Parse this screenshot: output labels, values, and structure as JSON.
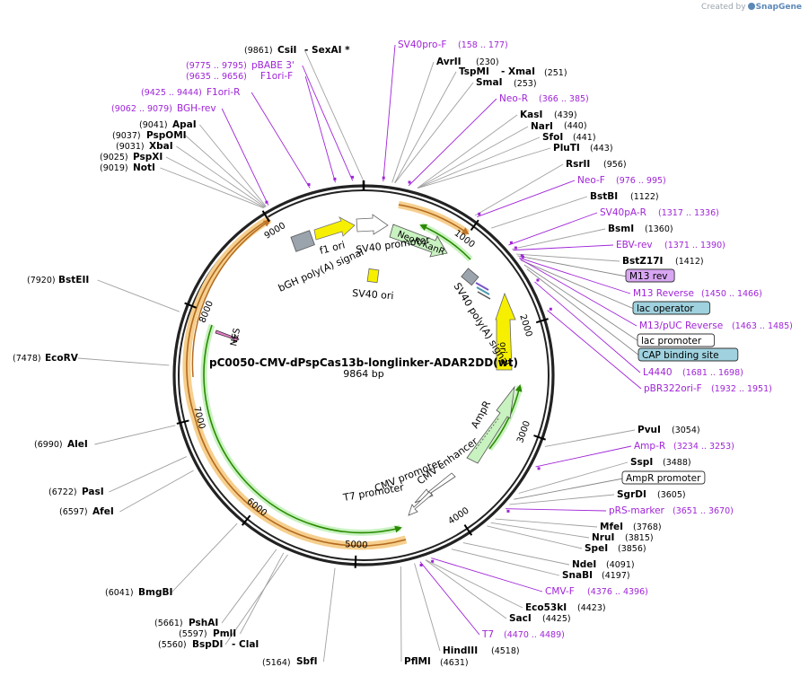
{
  "credit": {
    "prefix": "Created by",
    "brand": "SnapGene"
  },
  "plasmid": {
    "name": "pC0050-CMV-dPspCas13b-longlinker-ADAR2DD(wt)",
    "length_label": "9864 bp",
    "length": 9864
  },
  "colors": {
    "enzyme": "#000000",
    "primer": "#a024d8",
    "feature_line": "#a0a0a0",
    "primer_line": "#a024d8",
    "cds_fill": "#ffffff",
    "cds_stroke": "#2a8a00",
    "orange_band": "#f5c16b",
    "yellow_feature": "#f6f000",
    "promoter_fill": "#ffffff",
    "terminator_fill": "#9ba3ad",
    "cds_green": "#c8f2c0"
  },
  "ticks": [
    {
      "pos": 1000,
      "label": "1000"
    },
    {
      "pos": 2000,
      "label": "2000"
    },
    {
      "pos": 3000,
      "label": "3000"
    },
    {
      "pos": 4000,
      "label": "4000"
    },
    {
      "pos": 5000,
      "label": "5000"
    },
    {
      "pos": 6000,
      "label": "6000"
    },
    {
      "pos": 7000,
      "label": "7000"
    },
    {
      "pos": 8000,
      "label": "8000"
    },
    {
      "pos": 9000,
      "label": "9000"
    }
  ],
  "labels": [
    {
      "name": "(9861)",
      "kind": "pos",
      "pos": 9861
    },
    {
      "name": "CsiI",
      "kind": "enzyme",
      "pos": 9861
    },
    {
      "name": "- SexAI *",
      "kind": "enzyme",
      "pos": 9861
    },
    {
      "name": "SV40pro-F",
      "kind": "primer",
      "pos": 158
    },
    {
      "name": "(158 .. 177)",
      "kind": "primer_pos",
      "pos": 158
    },
    {
      "name": "AvrII",
      "kind": "enzyme",
      "pos": 230
    },
    {
      "name": "(230)",
      "kind": "pos",
      "pos": 230
    },
    {
      "name": "TspMI",
      "kind": "enzyme",
      "pos": 251
    },
    {
      "name": "- XmaI",
      "kind": "enzyme",
      "pos": 251
    },
    {
      "name": "(251)",
      "kind": "pos",
      "pos": 251
    },
    {
      "name": "SmaI",
      "kind": "enzyme",
      "pos": 253
    },
    {
      "name": "(253)",
      "kind": "pos",
      "pos": 253
    },
    {
      "name": "Neo-R",
      "kind": "primer",
      "pos": 366
    },
    {
      "name": "(366 .. 385)",
      "kind": "primer_pos",
      "pos": 366
    },
    {
      "name": "KasI",
      "kind": "enzyme",
      "pos": 439
    },
    {
      "name": "(439)",
      "kind": "pos",
      "pos": 439
    },
    {
      "name": "NarI",
      "kind": "enzyme",
      "pos": 440
    },
    {
      "name": "(440)",
      "kind": "pos",
      "pos": 440
    },
    {
      "name": "SfoI",
      "kind": "enzyme",
      "pos": 441
    },
    {
      "name": "(441)",
      "kind": "pos",
      "pos": 441
    },
    {
      "name": "PluTI",
      "kind": "enzyme",
      "pos": 443
    },
    {
      "name": "(443)",
      "kind": "pos",
      "pos": 443
    },
    {
      "name": "RsrII",
      "kind": "enzyme",
      "pos": 956
    },
    {
      "name": "(956)",
      "kind": "pos",
      "pos": 956
    },
    {
      "name": "Neo-F",
      "kind": "primer",
      "pos": 976
    },
    {
      "name": "(976 .. 995)",
      "kind": "primer_pos",
      "pos": 976
    },
    {
      "name": "BstBI",
      "kind": "enzyme",
      "pos": 1122
    },
    {
      "name": "(1122)",
      "kind": "pos",
      "pos": 1122
    },
    {
      "name": "SV40pA-R",
      "kind": "primer",
      "pos": 1317
    },
    {
      "name": "(1317 .. 1336)",
      "kind": "primer_pos",
      "pos": 1317
    },
    {
      "name": "BsmI",
      "kind": "enzyme",
      "pos": 1360
    },
    {
      "name": "(1360)",
      "kind": "pos",
      "pos": 1360
    },
    {
      "name": "EBV-rev",
      "kind": "primer",
      "pos": 1371
    },
    {
      "name": "(1371 .. 1390)",
      "kind": "primer_pos",
      "pos": 1371
    },
    {
      "name": "BstZ17I",
      "kind": "enzyme",
      "pos": 1412
    },
    {
      "name": "(1412)",
      "kind": "pos",
      "pos": 1412
    },
    {
      "name": "M13 rev",
      "kind": "boxed_purple",
      "pos": 1430
    },
    {
      "name": "M13 Reverse",
      "kind": "primer",
      "pos": 1450
    },
    {
      "name": "(1450 .. 1466)",
      "kind": "primer_pos",
      "pos": 1450
    },
    {
      "name": "lac operator",
      "kind": "boxed_teal",
      "pos": 1474
    },
    {
      "name": "M13/pUC Reverse",
      "kind": "primer",
      "pos": 1463
    },
    {
      "name": "(1463 .. 1485)",
      "kind": "primer_pos",
      "pos": 1463
    },
    {
      "name": "lac promoter",
      "kind": "boxed_white",
      "pos": 1520
    },
    {
      "name": "CAP binding site",
      "kind": "boxed_teal",
      "pos": 1560
    },
    {
      "name": "L4440",
      "kind": "primer",
      "pos": 1681
    },
    {
      "name": "(1681 .. 1698)",
      "kind": "primer_pos",
      "pos": 1681
    },
    {
      "name": "pBR322ori-F",
      "kind": "primer",
      "pos": 1932
    },
    {
      "name": "(1932 .. 1951)",
      "kind": "primer_pos",
      "pos": 1932
    },
    {
      "name": "PvuI",
      "kind": "enzyme",
      "pos": 3054
    },
    {
      "name": "(3054)",
      "kind": "pos",
      "pos": 3054
    },
    {
      "name": "Amp-R",
      "kind": "primer",
      "pos": 3234
    },
    {
      "name": "(3234 .. 3253)",
      "kind": "primer_pos",
      "pos": 3234
    },
    {
      "name": "SspI",
      "kind": "enzyme",
      "pos": 3488
    },
    {
      "name": "(3488)",
      "kind": "pos",
      "pos": 3488
    },
    {
      "name": "AmpR promoter",
      "kind": "boxed_white",
      "pos": 3550
    },
    {
      "name": "SgrDI",
      "kind": "enzyme",
      "pos": 3605
    },
    {
      "name": "(3605)",
      "kind": "pos",
      "pos": 3605
    },
    {
      "name": "pRS-marker",
      "kind": "primer",
      "pos": 3651
    },
    {
      "name": "(3651 .. 3670)",
      "kind": "primer_pos",
      "pos": 3651
    },
    {
      "name": "MfeI",
      "kind": "enzyme",
      "pos": 3768
    },
    {
      "name": "(3768)",
      "kind": "pos",
      "pos": 3768
    },
    {
      "name": "NruI",
      "kind": "enzyme",
      "pos": 3815
    },
    {
      "name": "(3815)",
      "kind": "pos",
      "pos": 3815
    },
    {
      "name": "SpeI",
      "kind": "enzyme",
      "pos": 3856
    },
    {
      "name": "(3856)",
      "kind": "pos",
      "pos": 3856
    },
    {
      "name": "NdeI",
      "kind": "enzyme",
      "pos": 4091
    },
    {
      "name": "(4091)",
      "kind": "pos",
      "pos": 4091
    },
    {
      "name": "SnaBI",
      "kind": "enzyme",
      "pos": 4197
    },
    {
      "name": "(4197)",
      "kind": "pos",
      "pos": 4197
    },
    {
      "name": "CMV-F",
      "kind": "primer",
      "pos": 4376
    },
    {
      "name": "(4376 .. 4396)",
      "kind": "primer_pos",
      "pos": 4376
    },
    {
      "name": "Eco53kI",
      "kind": "enzyme",
      "pos": 4423
    },
    {
      "name": "(4423)",
      "kind": "pos",
      "pos": 4423
    },
    {
      "name": "SacI",
      "kind": "enzyme",
      "pos": 4425
    },
    {
      "name": "(4425)",
      "kind": "pos",
      "pos": 4425
    },
    {
      "name": "T7",
      "kind": "primer",
      "pos": 4470
    },
    {
      "name": "(4470 .. 4489)",
      "kind": "primer_pos",
      "pos": 4470
    },
    {
      "name": "HindIII",
      "kind": "enzyme",
      "pos": 4518
    },
    {
      "name": "(4518)",
      "kind": "pos",
      "pos": 4518
    },
    {
      "name": "PflMI",
      "kind": "enzyme",
      "pos": 4631
    },
    {
      "name": "(4631)",
      "kind": "pos",
      "pos": 4631
    },
    {
      "name": "SbfI",
      "kind": "enzyme",
      "pos": 5164
    },
    {
      "name": "(5164)",
      "kind": "pos",
      "pos": 5164
    },
    {
      "name": "BspDI",
      "kind": "enzyme",
      "pos": 5560
    },
    {
      "name": "- ClaI",
      "kind": "enzyme",
      "pos": 5560
    },
    {
      "name": "(5560)",
      "kind": "pos",
      "pos": 5560
    },
    {
      "name": "PmlI",
      "kind": "enzyme",
      "pos": 5597
    },
    {
      "name": "(5597)",
      "kind": "pos",
      "pos": 5597
    },
    {
      "name": "PshAI",
      "kind": "enzyme",
      "pos": 5661
    },
    {
      "name": "(5661)",
      "kind": "pos",
      "pos": 5661
    },
    {
      "name": "BmgBI",
      "kind": "enzyme",
      "pos": 6041
    },
    {
      "name": "(6041)",
      "kind": "pos",
      "pos": 6041
    },
    {
      "name": "PasI",
      "kind": "enzyme",
      "pos": 6722
    },
    {
      "name": "(6722)",
      "kind": "pos",
      "pos": 6722
    },
    {
      "name": "AfeI",
      "kind": "enzyme",
      "pos": 6597
    },
    {
      "name": "(6597)",
      "kind": "pos",
      "pos": 6597
    },
    {
      "name": "AleI",
      "kind": "enzyme",
      "pos": 6990
    },
    {
      "name": "(6990)",
      "kind": "pos",
      "pos": 6990
    },
    {
      "name": "EcoRV",
      "kind": "enzyme",
      "pos": 7478
    },
    {
      "name": "(7478)",
      "kind": "pos",
      "pos": 7478
    },
    {
      "name": "BstEII",
      "kind": "enzyme",
      "pos": 7920
    },
    {
      "name": "(7920)",
      "kind": "pos",
      "pos": 7920
    },
    {
      "name": "NotI",
      "kind": "enzyme",
      "pos": 9019
    },
    {
      "name": "(9019)",
      "kind": "pos",
      "pos": 9019
    },
    {
      "name": "PspXI",
      "kind": "enzyme",
      "pos": 9025
    },
    {
      "name": "(9025)",
      "kind": "pos",
      "pos": 9025
    },
    {
      "name": "XbaI",
      "kind": "enzyme",
      "pos": 9031
    },
    {
      "name": "(9031)",
      "kind": "pos",
      "pos": 9031
    },
    {
      "name": "PspOMI",
      "kind": "enzyme",
      "pos": 9037
    },
    {
      "name": "(9037)",
      "kind": "pos",
      "pos": 9037
    },
    {
      "name": "ApaI",
      "kind": "enzyme",
      "pos": 9041
    },
    {
      "name": "(9041)",
      "kind": "pos",
      "pos": 9041
    },
    {
      "name": "BGH-rev",
      "kind": "primer",
      "pos": 9062
    },
    {
      "name": "(9062 .. 9079)",
      "kind": "primer_pos",
      "pos": 9062
    },
    {
      "name": "F1ori-R",
      "kind": "primer",
      "pos": 9425
    },
    {
      "name": "(9425 .. 9444)",
      "kind": "primer_pos",
      "pos": 9425
    },
    {
      "name": "F1ori-F",
      "kind": "primer",
      "pos": 9635
    },
    {
      "name": "(9635 .. 9656)",
      "kind": "primer_pos",
      "pos": 9635
    },
    {
      "name": "pBABE 3'",
      "kind": "primer",
      "pos": 9775
    },
    {
      "name": "(9775 .. 9795)",
      "kind": "primer_pos",
      "pos": 9775
    }
  ],
  "features": [
    {
      "name": "f1 ori",
      "type": "yellow"
    },
    {
      "name": "SV40 promoter",
      "type": "promoter"
    },
    {
      "name": "NeoR/KanR",
      "type": "cds"
    },
    {
      "name": "bGH poly(A) signal",
      "type": "terminator"
    },
    {
      "name": "SV40 ori",
      "type": "yellow"
    },
    {
      "name": "SV40 poly(A) signal",
      "type": "terminator"
    },
    {
      "name": "ori",
      "type": "yellow"
    },
    {
      "name": "AmpR",
      "type": "cds"
    },
    {
      "name": "CMV enhancer",
      "type": "promoter"
    },
    {
      "name": "CMV promoter",
      "type": "promoter"
    },
    {
      "name": "T7 promoter",
      "type": "promoter"
    },
    {
      "name": "NES",
      "type": "cds"
    }
  ]
}
